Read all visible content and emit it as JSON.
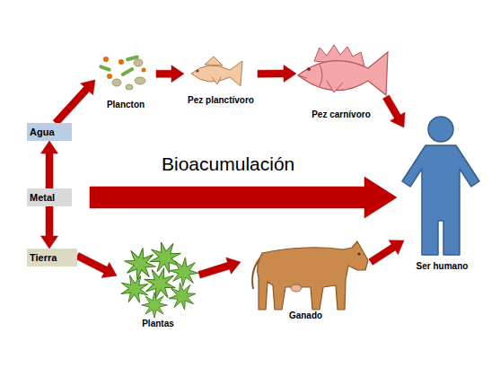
{
  "diagram": {
    "nodes": [
      {
        "text": [
          "Plancton"
        ]
      },
      {
        "text": [
          "Pez planctívoro"
        ]
      },
      {
        "text": [
          "Pez carnívoro"
        ]
      },
      {
        "text": [
          "Agua"
        ]
      },
      {
        "text": [
          "Metal"
        ]
      },
      {
        "text": [
          "Ser humano"
        ]
      },
      {
        "text": [
          "Tierra"
        ]
      },
      {
        "text": [
          "Plantas"
        ]
      },
      {
        "text": [
          "Ganado"
        ]
      }
    ],
    "edges": [
      {
        "from": 4,
        "to": 3,
        "arrow": "to"
      },
      {
        "from": 4,
        "to": 6,
        "arrow": "to"
      },
      {
        "from": 3,
        "to": 0,
        "arrow": "to"
      },
      {
        "from": 0,
        "to": 1,
        "arrow": "to"
      },
      {
        "from": 1,
        "to": 2,
        "arrow": "to"
      },
      {
        "from": 2,
        "to": 5,
        "arrow": "to"
      },
      {
        "from": 4,
        "to": 5,
        "arrow": "to"
      },
      {
        "from": 6,
        "to": 7,
        "arrow": "to"
      },
      {
        "from": 7,
        "to": 8,
        "arrow": "to"
      },
      {
        "from": 8,
        "to": 5,
        "arrow": "to"
      }
    ],
    "labels": [
      "Bioacumulación"
    ]
  }
}
